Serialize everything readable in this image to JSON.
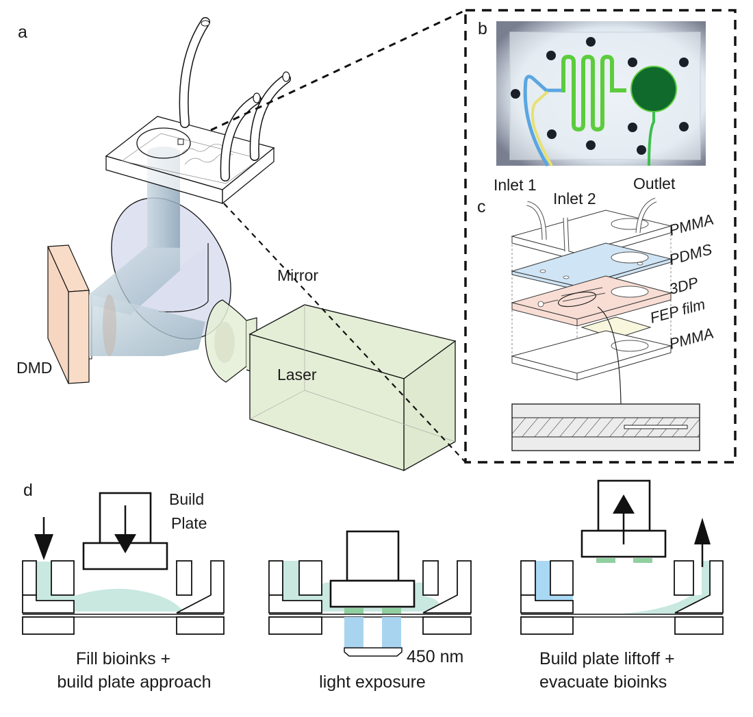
{
  "figure": {
    "panels": {
      "a": "a",
      "b": "b",
      "c": "c",
      "d": "d"
    },
    "panel_a": {
      "labels": {
        "mirror": "Mirror",
        "dmd": "DMD",
        "laser": "Laser"
      },
      "colors": {
        "dmd": "#f8dcc8",
        "mirror": "#dcdff0",
        "beam": "#9fb6c6",
        "laser": "#e4eed6"
      }
    },
    "panel_b": {
      "description": "photo of microfluidic chip with serpentine channel",
      "colors": {
        "channel": "#5ccc3c",
        "chamber": "#0f6a2c",
        "inlet_blue": "#5aa6e0",
        "inlet_yellow": "#e8e070",
        "outlet_green": "#3cbf4a"
      }
    },
    "panel_c": {
      "ports": {
        "inlet1": "Inlet 1",
        "inlet2": "Inlet 2",
        "outlet": "Outlet"
      },
      "layers": [
        "PMMA",
        "PDMS",
        "3DP",
        "FEP film",
        "PMMA"
      ],
      "colors": {
        "pdms": "#cfe4f4",
        "3dp": "#f8ddd4",
        "fep": "#f8f6dc",
        "section": "#ececec"
      }
    },
    "panel_d": {
      "build_plate_label_line1": "Build",
      "build_plate_label_line2": "Plate",
      "wavelength": "450 nm",
      "steps": [
        {
          "line1": "Fill bioinks  +",
          "line2": "build plate approach"
        },
        {
          "line1": "light exposure",
          "line2": ""
        },
        {
          "line1": "Build plate liftoff +",
          "line2": "evacuate bioinks"
        }
      ],
      "colors": {
        "bioink": "#c8e8e0",
        "light": "#a8d4f0",
        "printed": "#90d0a0",
        "evacuate": "#a8d8f4"
      }
    }
  }
}
